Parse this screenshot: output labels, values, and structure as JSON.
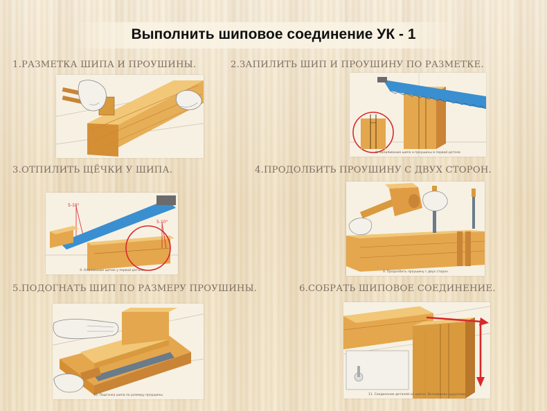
{
  "slide": {
    "title": "Выполнить шиповое соединение УК - 1"
  },
  "steps": [
    {
      "label": "1.РАЗМЕТКА ШИПА И ПРОУШИНЫ.",
      "caption": ""
    },
    {
      "label": "2.ЗАПИЛИТЬ ШИП И ПРОУШИНУ ПО  РАЗМЕТКЕ.",
      "caption": "8. Запиливание шипа и проушины в первой детали"
    },
    {
      "label": "3.ОТПИЛИТЬ ЩЁЧКИ У ШИПА.",
      "caption": "9. Опиливание щечек у первой детали",
      "angles": [
        "5-10°",
        "5-10°"
      ]
    },
    {
      "label": "4.ПРОДОЛБИТЬ  ПРОУШИНУ С ДВУХ СТОРОН.",
      "caption": "9. Продолбить проушину с двух сторон"
    },
    {
      "label": "5.ПОДОГНАТЬ ШИП ПО РАЗМЕРУ ПРОУШИНЫ.",
      "caption": "10. Подгонка шипа по размеру проушины"
    },
    {
      "label": "6.СОБРАТЬ ШИПОВОЕ СОЕДИНЕНИЕ.",
      "caption": "11. Соединение деталей на шипах. Вклеивание шурупами"
    }
  ],
  "colors": {
    "wood_light": "#e9b45a",
    "wood_mid": "#d99a3e",
    "wood_dark": "#b8772a",
    "saw_blue": "#3a8fd0",
    "mark_red": "#d8282a",
    "label_text": "#7d6f63"
  }
}
